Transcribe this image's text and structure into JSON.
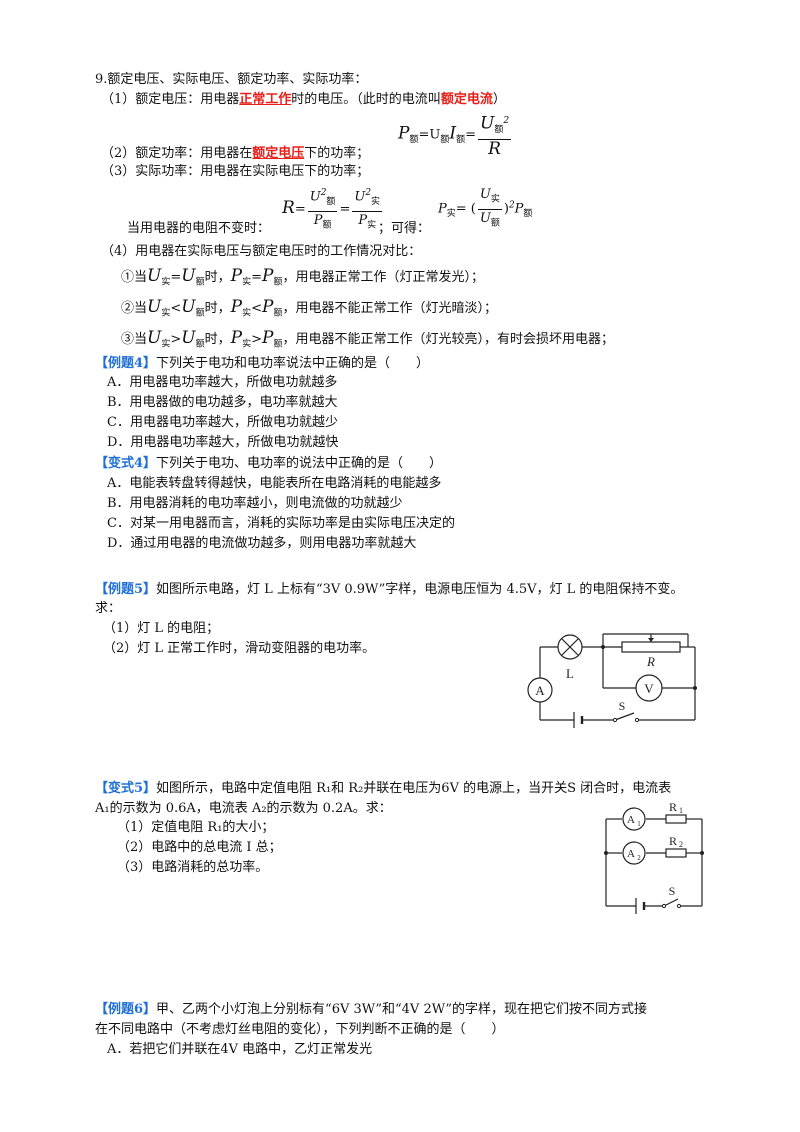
{
  "section9": {
    "title": "9.额定电压、实际电压、额定功率、实际功率：",
    "item1": {
      "pre": "（1）额定电压：用电器",
      "blank": "正常工作",
      "mid": "时的电压。（此时的电流叫",
      "term": "额定电流",
      "post": "）"
    },
    "formula1": {
      "p": "P",
      "sub_e": "额",
      "eq": "=U",
      "i": "I",
      "num": "U",
      "den": "R",
      "sup": "2"
    },
    "item2": {
      "pre": "（2）额定功率：用电器在",
      "blank": "额定电压",
      "post": "下的功率；"
    },
    "item3": {
      "text": "（3）实际功率：用电器在实际电压下的功率；"
    },
    "item3b": {
      "pre": "当用电器的电阻不变时：",
      "semi": "；可得：",
      "sub_s": "实",
      "sub_e": "额"
    },
    "item4": {
      "text": "（4）用电器在实际电压与额定电压时的工作情况对比："
    },
    "cases": [
      {
        "num": "①当",
        "op": "=",
        "pop": "=",
        "shi": "时，",
        "result": "，用电器正常工作（灯正常发光）；"
      },
      {
        "num": "②当",
        "op": "<",
        "pop": "<",
        "shi": "时，",
        "result": "，用电器不能正常工作（灯光暗淡）；"
      },
      {
        "num": "③当",
        "op": ">",
        "pop": ">",
        "shi": "时，",
        "result": "，用电器不能正常工作（灯光较亮），有时会损坏用电器；"
      }
    ]
  },
  "ex4": {
    "tag": "【例题4】",
    "stem": "下列关于电功和电功率说法中正确的是（　　）",
    "options": [
      "A．用电器电功率越大，所做电功就越多",
      "B．用电器做的电功越多，电功率就越大",
      "C．用电器电功率越大，所做电功就越少",
      "D．用电器电功率越大，所做电功就越快"
    ]
  },
  "var4": {
    "tag": "【变式4】",
    "stem": "下列关于电功、电功率的说法中正确的是（　　）",
    "options": [
      "A．电能表转盘转得越快，电能表所在电路消耗的电能越多",
      "B．用电器消耗的电功率越小，则电流做的功就越少",
      "C．对某一用电器而言，消耗的实际功率是由实际电压决定的",
      "D．通过用电器的电流做功越多，则用电器功率就越大"
    ]
  },
  "ex5": {
    "tag": "【例题5】",
    "stem1": "如图所示电路，灯 L 上标有“3V 0.9W”字样，电源电压恒为 4.5V，灯 L 的电阻保持不变。",
    "stem2": "求：",
    "q1": "（1）灯 L 的电阻；",
    "q2": "（2）灯 L 正常工作时，滑动变阻器的电功率。",
    "circuit": {
      "A": "A",
      "V": "V",
      "L": "L",
      "R": "R",
      "S": "S"
    }
  },
  "var5": {
    "tag": "【变式5】",
    "stem1": "如图所示，电路中定值电阻 R₁和 R₂并联在电压为6V 的电源上，当开关S 闭合时，电流表",
    "stem2": "A₁的示数为 0.6A，电流表 A₂的示数为 0.2A。求：",
    "q1": "（1）定值电阻 R₁的大小；",
    "q2": "（2）电路中的总电流 I 总；",
    "q3": "（3）电路消耗的总功率。",
    "circuit": {
      "A1": "A",
      "A1sub": "1",
      "A2": "A",
      "A2sub": "2",
      "R1": "R",
      "R1sub": "1",
      "R2": "R",
      "R2sub": "2",
      "S": "S"
    }
  },
  "ex6": {
    "tag": "【例题6】",
    "stem1": "甲、乙两个小灯泡上分别标有“6V 3W”和“4V 2W”的字样，现在把它们按不同方式接",
    "stem2": "在不同电路中（不考虑灯丝电阻的变化），下列判断不正确的是（　　）",
    "optA": "A．若把它们并联在4V 电路中，乙灯正常发光"
  }
}
